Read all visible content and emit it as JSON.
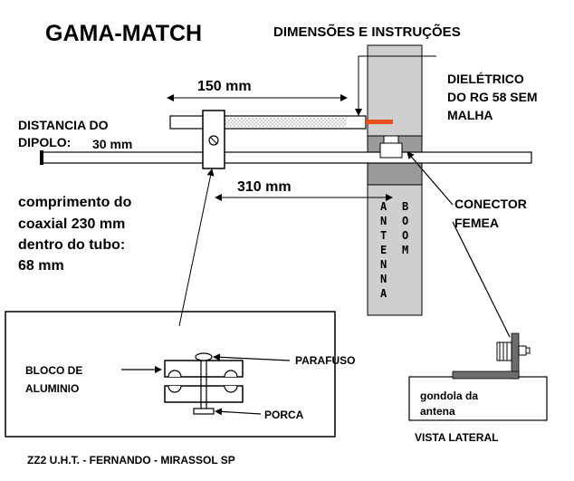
{
  "title": "GAMA-MATCH",
  "subtitle": "DIMENSÕES E INSTRUÇÕES",
  "dim_150": "150 mm",
  "dim_310": "310 mm",
  "dielectric": [
    "DIELÉTRICO",
    "DO RG 58 SEM",
    "MALHA"
  ],
  "dipole_distance": [
    "DISTANCIA DO",
    "DIPOLO:"
  ],
  "dipole_value": "30 mm",
  "coax_length": [
    "comprimento do",
    "coaxial 230 mm",
    "dentro do tubo:",
    "68 mm"
  ],
  "connector": [
    "CONECTOR",
    "FEMEA"
  ],
  "boom_vertical": [
    "A",
    "N",
    "T",
    "E",
    "N",
    "N",
    "A"
  ],
  "boom_vertical_2": [
    "B",
    "O",
    "O",
    "M"
  ],
  "block_label": [
    "BLOCO DE",
    "ALUMINIO"
  ],
  "screw_label": "PARAFUSO",
  "nut_label": "PORCA",
  "gondola": [
    "gondola da",
    "antena"
  ],
  "side_view": "VISTA LATERAL",
  "credits": "ZZ2 U.H.T. - FERNANDO - MIRASSOL SP",
  "colors": {
    "dielectric_red": "#e8501e",
    "boom_gray": "#cfcfcf",
    "connector_dark": "#6d6d6d"
  }
}
